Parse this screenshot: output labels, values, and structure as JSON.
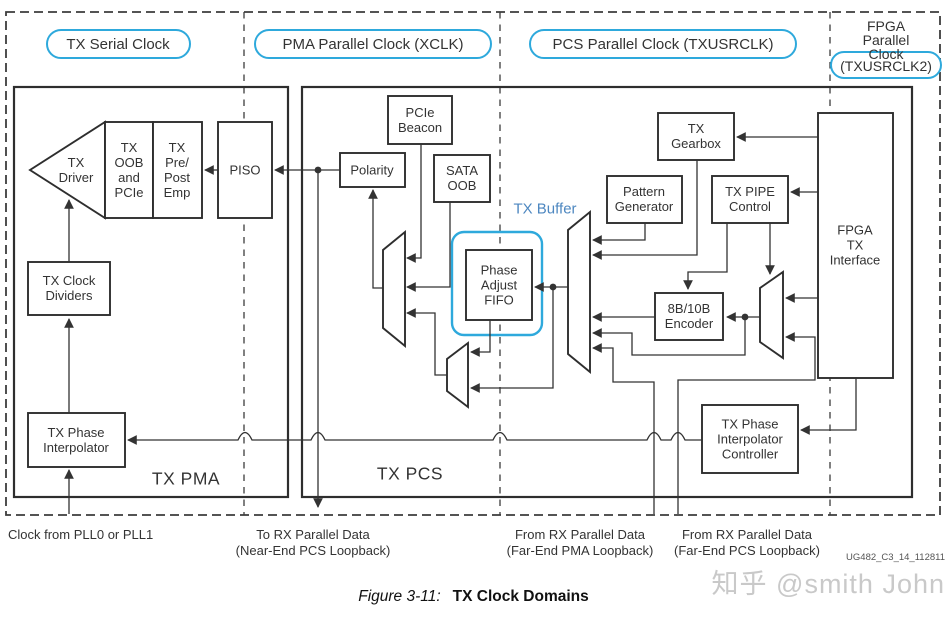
{
  "colors": {
    "cyan": "#2ea9dc",
    "blue_label": "#4d87c0",
    "ink": "#333333",
    "watermark": "#c9c9c9"
  },
  "clock_domains": {
    "serial": "TX Serial Clock",
    "pma": "PMA Parallel Clock (XCLK)",
    "pcs": "PCS Parallel Clock (TXUSRCLK)",
    "fpga_lines": [
      "FPGA Parallel",
      "Clock"
    ],
    "fpga_pill": "(TXUSRCLK2)"
  },
  "regions": {
    "tx_pma": "TX PMA",
    "tx_pcs": "TX PCS"
  },
  "annotations": {
    "tx_buffer": "TX Buffer"
  },
  "blocks": {
    "tx_driver": {
      "lines": [
        "TX",
        "Driver"
      ]
    },
    "tx_oob": {
      "lines": [
        "TX",
        "OOB",
        "and",
        "PCIe"
      ]
    },
    "tx_prepost": {
      "lines": [
        "TX",
        "Pre/",
        "Post",
        "Emp"
      ]
    },
    "piso": {
      "lines": [
        "PISO"
      ]
    },
    "pcie_beacon": {
      "lines": [
        "PCIe",
        "Beacon"
      ]
    },
    "polarity": {
      "lines": [
        "Polarity"
      ]
    },
    "sata_oob": {
      "lines": [
        "SATA",
        "OOB"
      ]
    },
    "phase_adjust_fifo": {
      "lines": [
        "Phase",
        "Adjust",
        "FIFO"
      ]
    },
    "tx_gearbox": {
      "lines": [
        "TX",
        "Gearbox"
      ]
    },
    "pattern_generator": {
      "lines": [
        "Pattern",
        "Generator"
      ]
    },
    "tx_pipe_control": {
      "lines": [
        "TX PIPE",
        "Control"
      ]
    },
    "encoder_8b10b": {
      "lines": [
        "8B/10B",
        "Encoder"
      ]
    },
    "fpga_tx_interface": {
      "lines": [
        "FPGA",
        "TX",
        "Interface"
      ]
    },
    "tx_clock_dividers": {
      "lines": [
        "TX Clock",
        "Dividers"
      ]
    },
    "tx_phase_interpolator": {
      "lines": [
        "TX Phase",
        "Interpolator"
      ]
    },
    "tx_pi_controller": {
      "lines": [
        "TX Phase",
        "Interpolator",
        "Controller"
      ]
    }
  },
  "io_labels": {
    "clock_pll": "Clock from PLL0 or PLL1",
    "to_rx": [
      "To RX Parallel Data",
      "(Near-End PCS Loopback)"
    ],
    "from_rx_pma": [
      "From RX Parallel Data",
      "(Far-End PMA Loopback)"
    ],
    "from_rx_pcs": [
      "From RX Parallel Data",
      "(Far-End PCS Loopback)"
    ]
  },
  "footer": {
    "figure_label": "Figure 3-11:",
    "figure_title": "TX Clock Domains",
    "doc_ref": "UG482_C3_14_112811",
    "watermark": "知乎 @smith John"
  }
}
